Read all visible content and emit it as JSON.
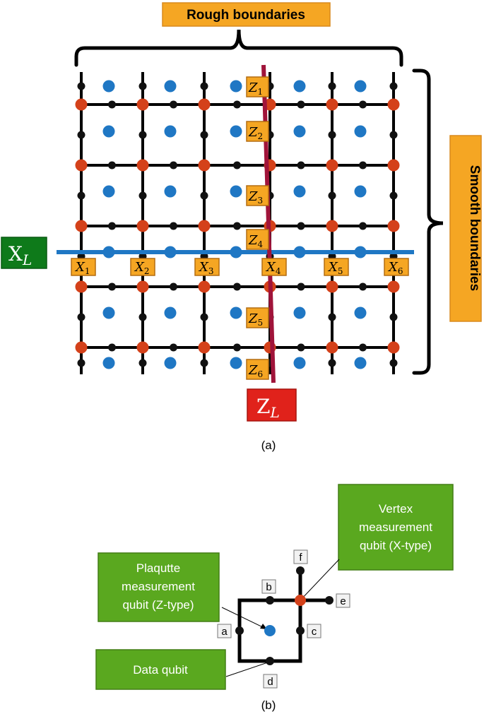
{
  "panel_a": {
    "rough_label": "Rough boundaries",
    "smooth_label": "Smooth boundaries",
    "xl_label": {
      "main": "X",
      "sub": "L"
    },
    "zl_label": {
      "main": "Z",
      "sub": "L"
    },
    "x_labels": [
      {
        "main": "X",
        "sub": "1"
      },
      {
        "main": "X",
        "sub": "2"
      },
      {
        "main": "X",
        "sub": "3"
      },
      {
        "main": "X",
        "sub": "4"
      },
      {
        "main": "X",
        "sub": "5"
      },
      {
        "main": "X",
        "sub": "6"
      }
    ],
    "z_labels": [
      {
        "main": "Z",
        "sub": "1"
      },
      {
        "main": "Z",
        "sub": "2"
      },
      {
        "main": "Z",
        "sub": "3"
      },
      {
        "main": "Z",
        "sub": "4"
      },
      {
        "main": "Z",
        "sub": "5"
      },
      {
        "main": "Z",
        "sub": "6"
      }
    ],
    "caption": "(a)"
  },
  "panel_b": {
    "vertex_label_line1": "Vertex",
    "vertex_label_line2": "measurement",
    "vertex_label_line3": "qubit (X-type)",
    "plaquette_label_line1": "Plaqutte",
    "plaquette_label_line2": "measurement",
    "plaquette_label_line3": "qubit (Z-type)",
    "data_label": "Data qubit",
    "qubit_letters": [
      "a",
      "b",
      "c",
      "d",
      "e",
      "f"
    ],
    "caption": "(b)"
  },
  "colors": {
    "orange_box": "#f5a623",
    "orange_box_dark": "#d98a1e",
    "green_box": "#5aa81f",
    "dark_green": "#0e7a1a",
    "red_box": "#e0221b",
    "blue_qubit": "#1f77c4",
    "red_qubit": "#d4411a",
    "black_qubit": "#111111",
    "zl_line": "#a0143a",
    "xl_line": "#1f77c4"
  }
}
